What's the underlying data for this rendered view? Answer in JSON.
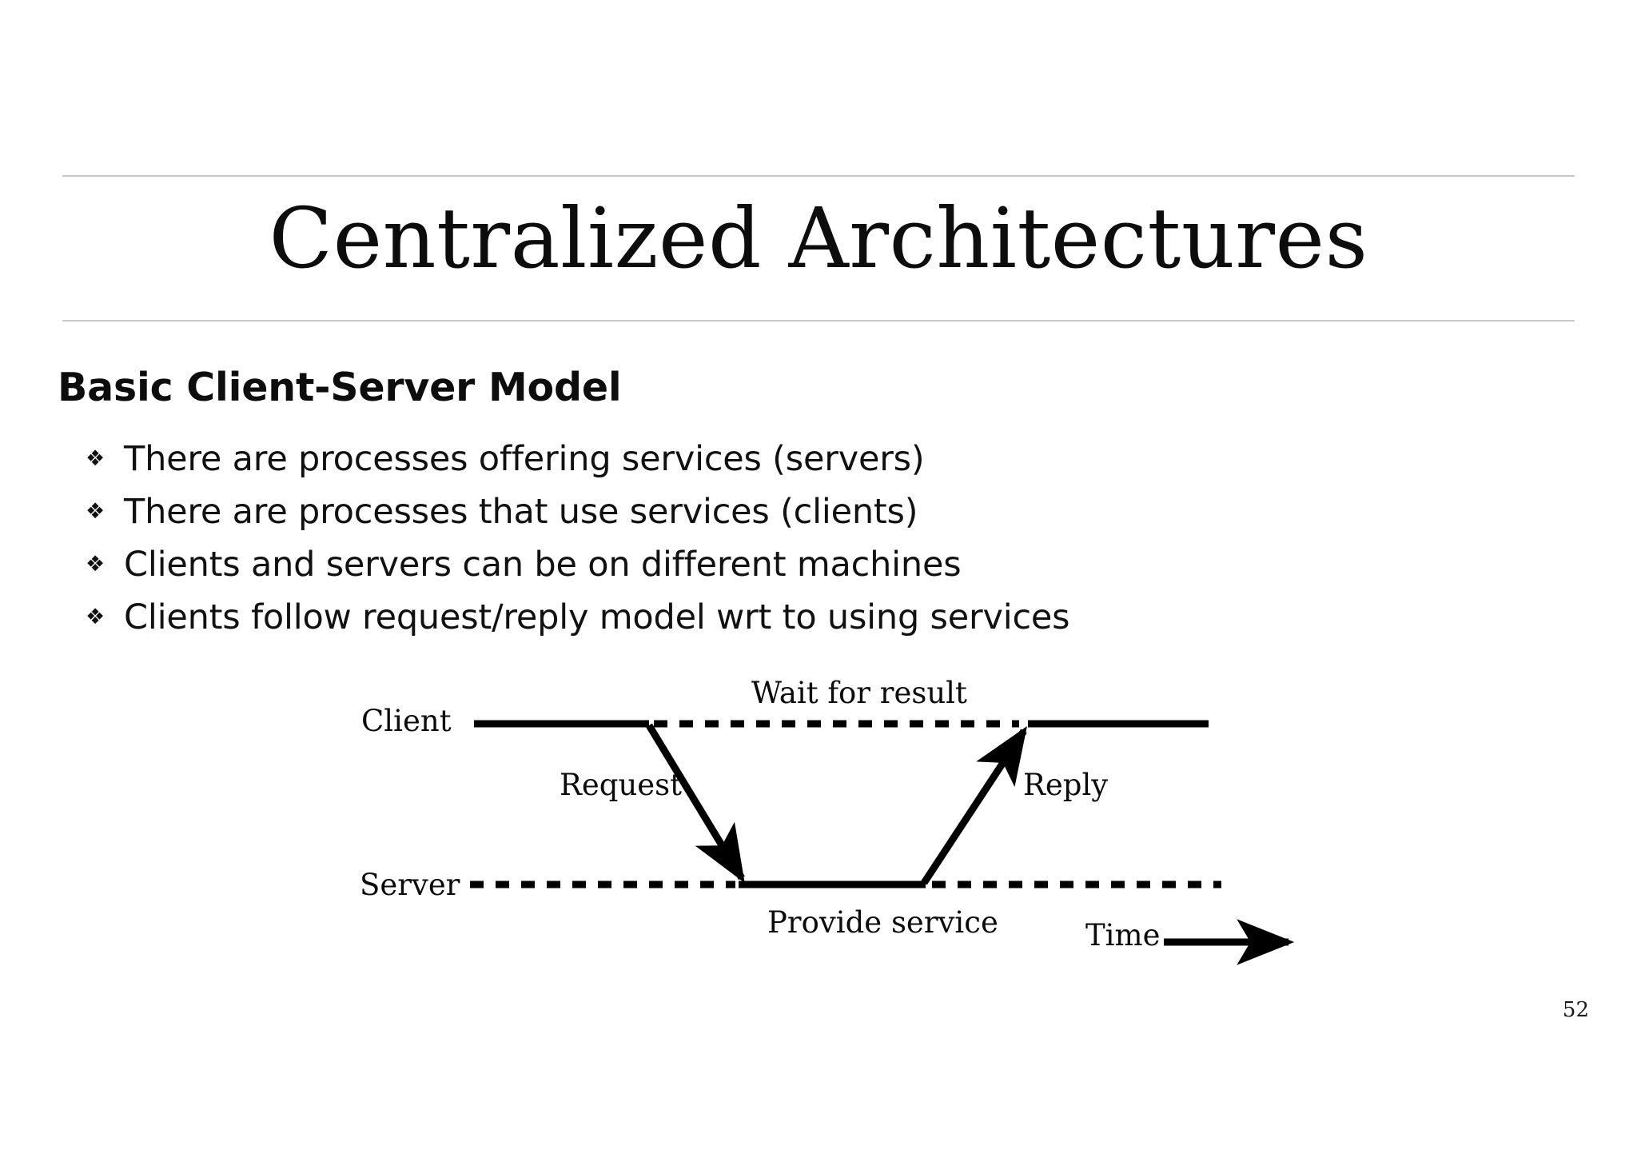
{
  "slide": {
    "title": "Centralized Architectures",
    "page_number": "52",
    "section_heading": "Basic Client-Server Model",
    "bullet_marker": "❖",
    "bullets": [
      "There are processes offering services (servers)",
      "There are processes that use services (clients)",
      "Clients and servers can be on different machines",
      "Clients follow request/reply model wrt to using services"
    ]
  },
  "diagram": {
    "type": "sequence-timing-diagram",
    "actors": [
      {
        "name": "client",
        "label": "Client"
      },
      {
        "name": "server",
        "label": "Server"
      }
    ],
    "annotations": [
      {
        "name": "wait-for-result",
        "label": "Wait for result"
      },
      {
        "name": "request",
        "label": "Request"
      },
      {
        "name": "reply",
        "label": "Reply"
      },
      {
        "name": "provide-service",
        "label": "Provide service"
      },
      {
        "name": "time-axis",
        "label": "Time"
      }
    ],
    "colors": {
      "line": "#000000",
      "rule": "#c9c9c9",
      "text": "#0d0d0d",
      "background": "#ffffff"
    }
  }
}
